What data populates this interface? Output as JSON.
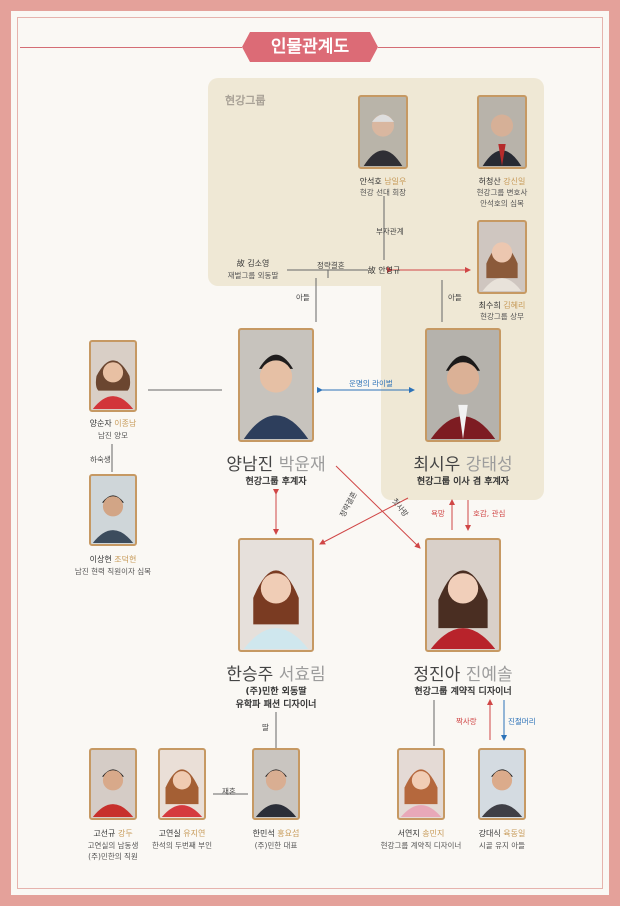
{
  "title": "인물관계도",
  "group_label": "현강그룹",
  "colors": {
    "frame": "#e4a19a",
    "title_bg": "#dc6b76",
    "group_bg": "#efe8d5",
    "photo_border": "#c69963",
    "red_arrow": "#d04646",
    "blue_arrow": "#2c72b8"
  },
  "people": {
    "ahn_seokho": {
      "role_name": "안석호",
      "actor": "남일우",
      "desc": "현강 선대 회장"
    },
    "heo_cheongsan": {
      "role_name": "허청산",
      "actor": "강신일",
      "desc1": "현강그룹 변호사",
      "desc2": "안석호의 심복"
    },
    "choi_suhui": {
      "role_name": "최수희",
      "actor": "김혜리",
      "desc": "현강그룹 상무"
    },
    "late_kimsoyoung": {
      "role_name": "故 김소영",
      "desc": "재벌그룹 외동딸"
    },
    "late_ahnyounggu": {
      "role_name": "故 안영규"
    },
    "yang_namjin": {
      "role_name": "양남진",
      "actor": "박윤재",
      "desc": "현강그룹 후계자"
    },
    "choi_siwoo": {
      "role_name": "최시우",
      "actor": "강태성",
      "desc": "현강그룹 이사 겸 후계자"
    },
    "yang_sunja": {
      "role_name": "양순자",
      "actor": "이종남",
      "desc": "남진 양모"
    },
    "lee_sanghyun": {
      "role_name": "이상현",
      "actor": "조덕현",
      "desc": "남진 현력 직원이자 심복"
    },
    "han_seungju": {
      "role_name": "한승주",
      "actor": "서효림",
      "desc1": "(주)민한 외동딸",
      "desc2": "유학파 패션 디자이너"
    },
    "jung_jina": {
      "role_name": "정진아",
      "actor": "진예솔",
      "desc": "현강그룹 계약직 디자이너"
    },
    "go_seongyu": {
      "role_name": "고선규",
      "actor": "강두",
      "desc1": "고연실의 남동생",
      "desc2": "(주)민한의 직원"
    },
    "go_yeonsil": {
      "role_name": "고연실",
      "actor": "유지연",
      "desc": "한석의 두번째 부인"
    },
    "han_minseok": {
      "role_name": "한민석",
      "actor": "홍요섭",
      "desc": "(주)민한 대표"
    },
    "seo_yeonji": {
      "role_name": "서연지",
      "actor": "송민지",
      "desc": "현강그룹 계약직 디자이너"
    },
    "kang_daesik": {
      "role_name": "강대식",
      "actor": "육동일",
      "desc": "시골 유지 아들"
    }
  },
  "relations": {
    "father_son": "부자관계",
    "political_marriage_top": "정략결혼",
    "son_left": "아들",
    "son_right": "아들",
    "rival": "운명의 라이벌",
    "subordinate": "하숙생",
    "political_marriage": "정략결혼",
    "first_love": "첫사랑",
    "greed": "욕망",
    "interest": "호감, 관심",
    "daughter": "딸",
    "remarriage": "재혼",
    "crush": "짝사랑",
    "devoted": "진절머리"
  }
}
